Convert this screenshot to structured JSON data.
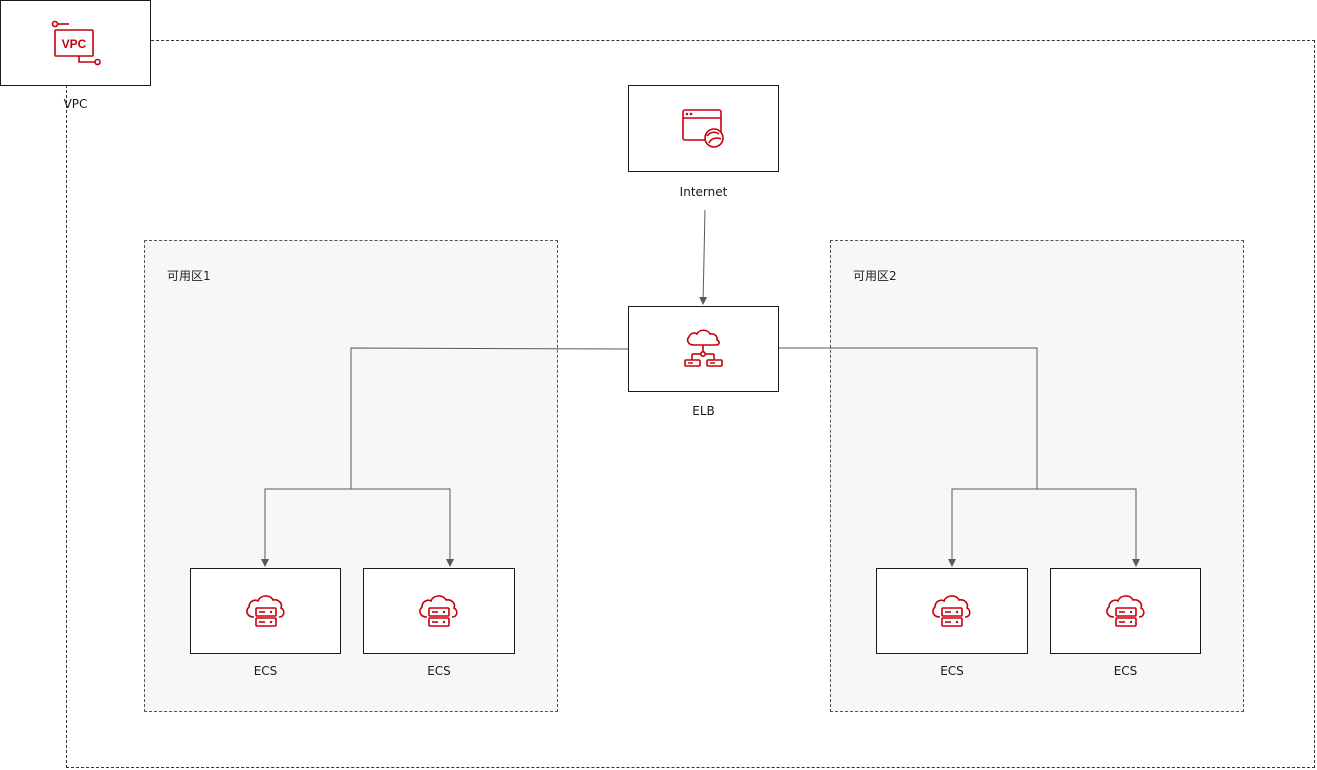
{
  "colors": {
    "accent": "#c7000b",
    "line": "#595959",
    "zone_fill": "#f7f7f7"
  },
  "vpc": {
    "icon": "vpc-icon",
    "icon_text": "VPC",
    "label": "VPC"
  },
  "internet": {
    "icon": "internet-browser-icon",
    "label": "Internet"
  },
  "elb": {
    "icon": "load-balancer-icon",
    "label": "ELB"
  },
  "zones": [
    {
      "label": "可用区1",
      "servers": [
        {
          "icon": "cloud-server-icon",
          "label": "ECS"
        },
        {
          "icon": "cloud-server-icon",
          "label": "ECS"
        }
      ]
    },
    {
      "label": "可用区2",
      "servers": [
        {
          "icon": "cloud-server-icon",
          "label": "ECS"
        },
        {
          "icon": "cloud-server-icon",
          "label": "ECS"
        }
      ]
    }
  ]
}
